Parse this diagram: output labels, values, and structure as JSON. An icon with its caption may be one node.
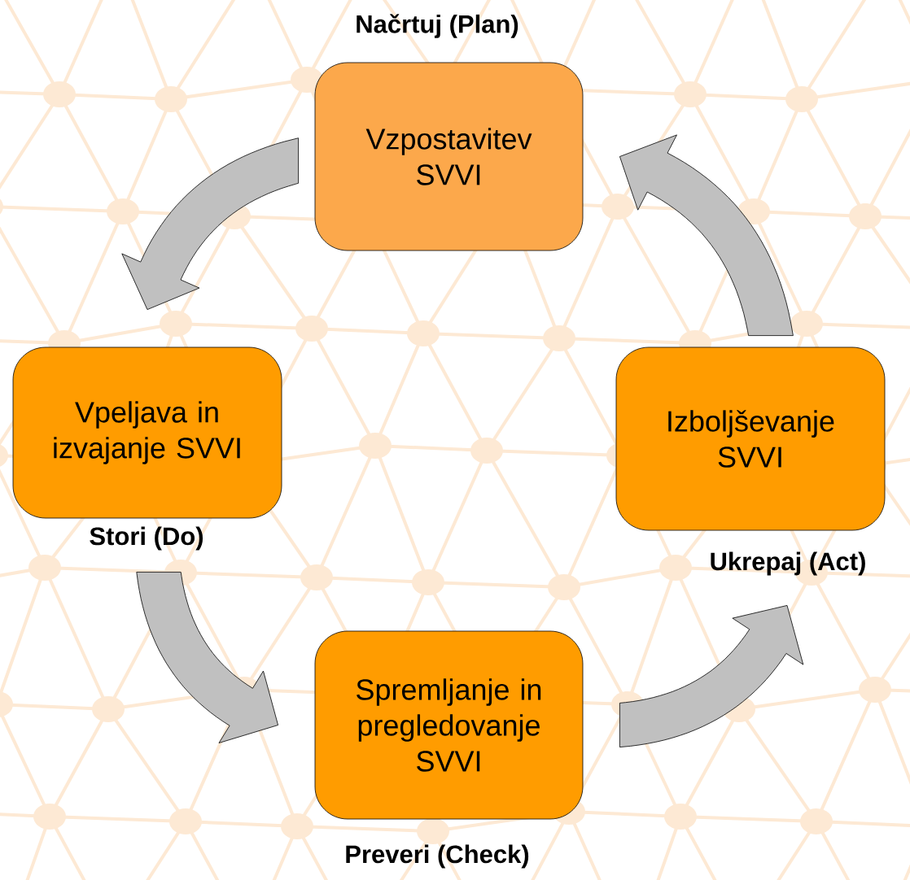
{
  "diagram": {
    "nodes": [
      {
        "text": [
          "Načrtuj (Plan)",
          "Vzpostavitev SVVI"
        ]
      },
      {
        "text": [
          "Vpeljava in izvajanje SVVI",
          "Stori (Do)"
        ]
      },
      {
        "text": [
          "Izboljševanje SVVI",
          "Ukrepaj (Act)"
        ]
      },
      {
        "text": [
          "Spremljanje in pregledovanje SVVI",
          "Preveri (Check)"
        ]
      }
    ],
    "edges": [
      {
        "from": 0,
        "to": 1,
        "arrow": "to"
      },
      {
        "from": 1,
        "to": 3,
        "arrow": "to"
      },
      {
        "from": 3,
        "to": 2,
        "arrow": "to"
      },
      {
        "from": 2,
        "to": 0,
        "arrow": "to"
      }
    ]
  }
}
